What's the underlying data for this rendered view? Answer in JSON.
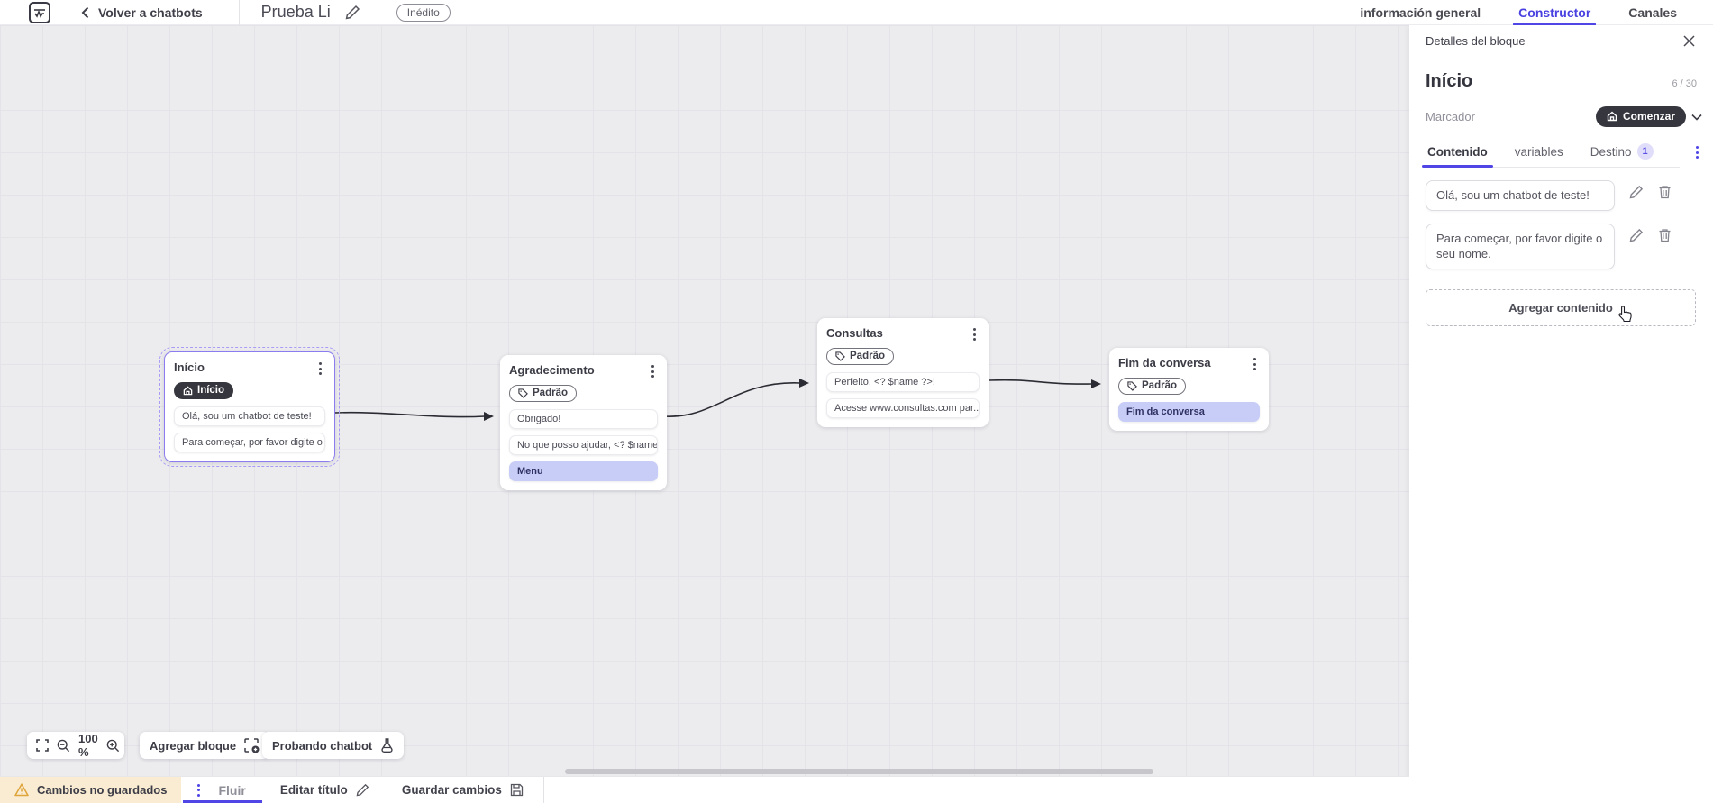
{
  "header": {
    "back_label": "Volver a chatbots",
    "title": "Prueba Li",
    "status_badge": "Inédito",
    "tabs": [
      {
        "label": "información general",
        "active": false
      },
      {
        "label": "Constructor",
        "active": true
      },
      {
        "label": "Canales",
        "active": false
      }
    ]
  },
  "canvas": {
    "nodes": [
      {
        "title": "Início",
        "badge": "Início",
        "badge_style": "dark",
        "selected": true,
        "cards": [
          {
            "text": "Olá, sou um chatbot de teste!",
            "style": "plain"
          },
          {
            "text": "Para começar, por favor digite o ...",
            "style": "plain"
          }
        ]
      },
      {
        "title": "Agradecimento",
        "badge": "Padrão",
        "badge_style": "outline",
        "selected": false,
        "cards": [
          {
            "text": "Obrigado!",
            "style": "plain"
          },
          {
            "text": "No que posso ajudar, <? $name ...",
            "style": "plain"
          },
          {
            "text": "Menu",
            "style": "lavender"
          }
        ]
      },
      {
        "title": "Consultas",
        "badge": "Padrão",
        "badge_style": "outline",
        "selected": false,
        "cards": [
          {
            "text": "Perfeito, <? $name ?>!",
            "style": "plain"
          },
          {
            "text": "Acesse www.consultas.com par...",
            "style": "plain"
          }
        ]
      },
      {
        "title": "Fim da conversa",
        "badge": "Padrão",
        "badge_style": "outline",
        "selected": false,
        "cards": [
          {
            "text": "Fim da conversa",
            "style": "lavender"
          }
        ]
      }
    ],
    "controls": {
      "zoom_level": "100 %",
      "add_block_label": "Agregar bloque",
      "test_chatbot_label": "Probando chatbot"
    }
  },
  "panel": {
    "header": "Detalles del bloque",
    "block_title": "Início",
    "char_counter": "6 / 30",
    "marker_label": "Marcador",
    "marker_value": "Comenzar",
    "tabs": [
      {
        "label": "Contenido",
        "active": true
      },
      {
        "label": "variables",
        "active": false
      },
      {
        "label": "Destino",
        "active": false,
        "badge": "1"
      }
    ],
    "contents": [
      {
        "text": "Olá, sou um chatbot de teste!"
      },
      {
        "text": "Para começar, por favor digite o seu nome."
      }
    ],
    "add_content_label": "Agregar contenido"
  },
  "footer": {
    "unsaved_label": "Cambios no guardados",
    "flow_tab_label": "Fluir",
    "edit_title_label": "Editar título",
    "save_label": "Guardar cambios"
  },
  "icons": {
    "logo": "app-logo",
    "back": "chevron-left",
    "edit": "pencil",
    "close": "x",
    "home": "house",
    "tag": "label-tag",
    "menu": "kebab-dots",
    "delete": "trash",
    "fullscreen": "corner-brackets",
    "zoom_out": "magnifier-minus",
    "zoom_in": "magnifier-plus",
    "add_block": "dashed-square-plus",
    "test": "flask",
    "warning": "triangle-exclamation",
    "save": "floppy-disk",
    "expand": "chevron-down",
    "pointer": "hand-cursor"
  },
  "colors": {
    "accent": "#4F46E5",
    "dark_pill": "#36363F",
    "lavender_card": "#C7CDF6",
    "selected_node_border": "#8B7CF0",
    "warning_bg": "#F9ECD2",
    "warning_icon": "#DFA43A",
    "canvas_bg": "#ECECEE"
  }
}
